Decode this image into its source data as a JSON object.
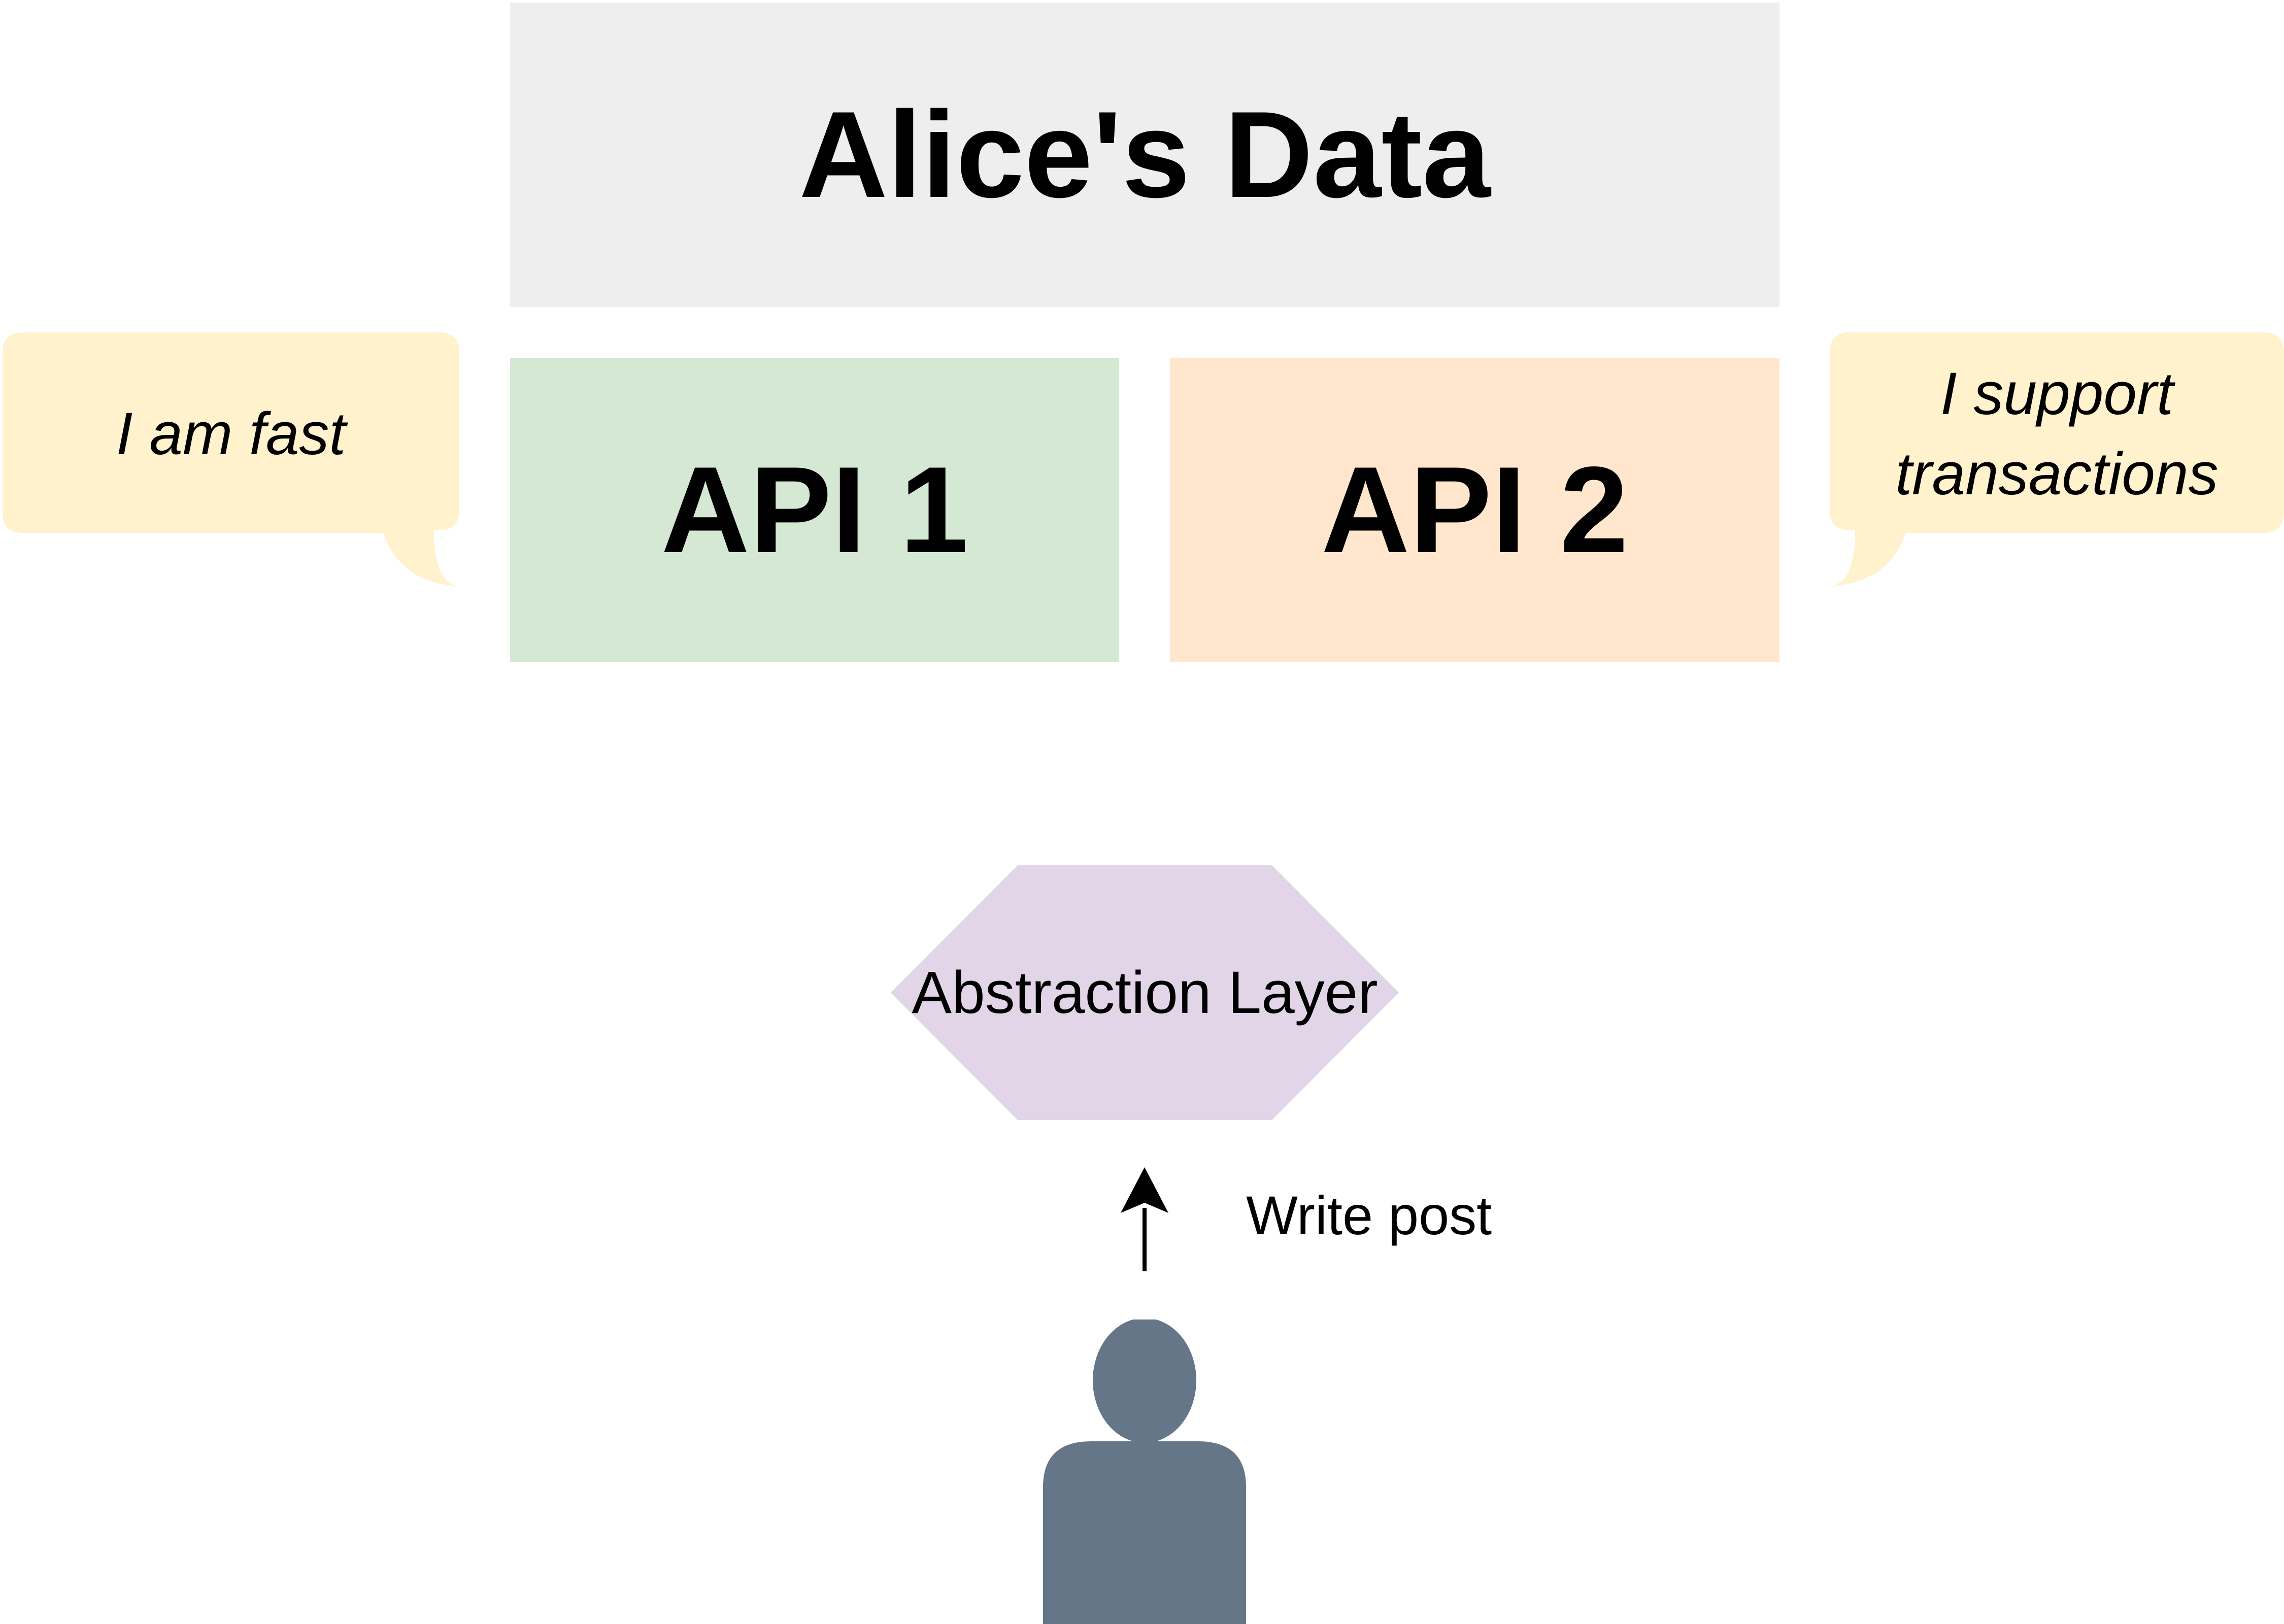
{
  "diagram": {
    "data_store": {
      "label": "Alice's Data",
      "color": "#eeeeee"
    },
    "api1": {
      "label": "API 1",
      "color": "#d5e8d4"
    },
    "api2": {
      "label": "API 2",
      "color": "#ffe6cc"
    },
    "callout_left": {
      "text": "I am fast",
      "color": "#fff2cc"
    },
    "callout_right": {
      "text": "I support transactions",
      "color": "#fff2cc"
    },
    "abstraction_layer": {
      "label": "Abstraction Layer",
      "color": "#e1d5e7"
    },
    "action": {
      "label": "Write post",
      "icon": "arrow-up-icon"
    },
    "user": {
      "icon": "person-icon",
      "color": "#647687"
    }
  }
}
